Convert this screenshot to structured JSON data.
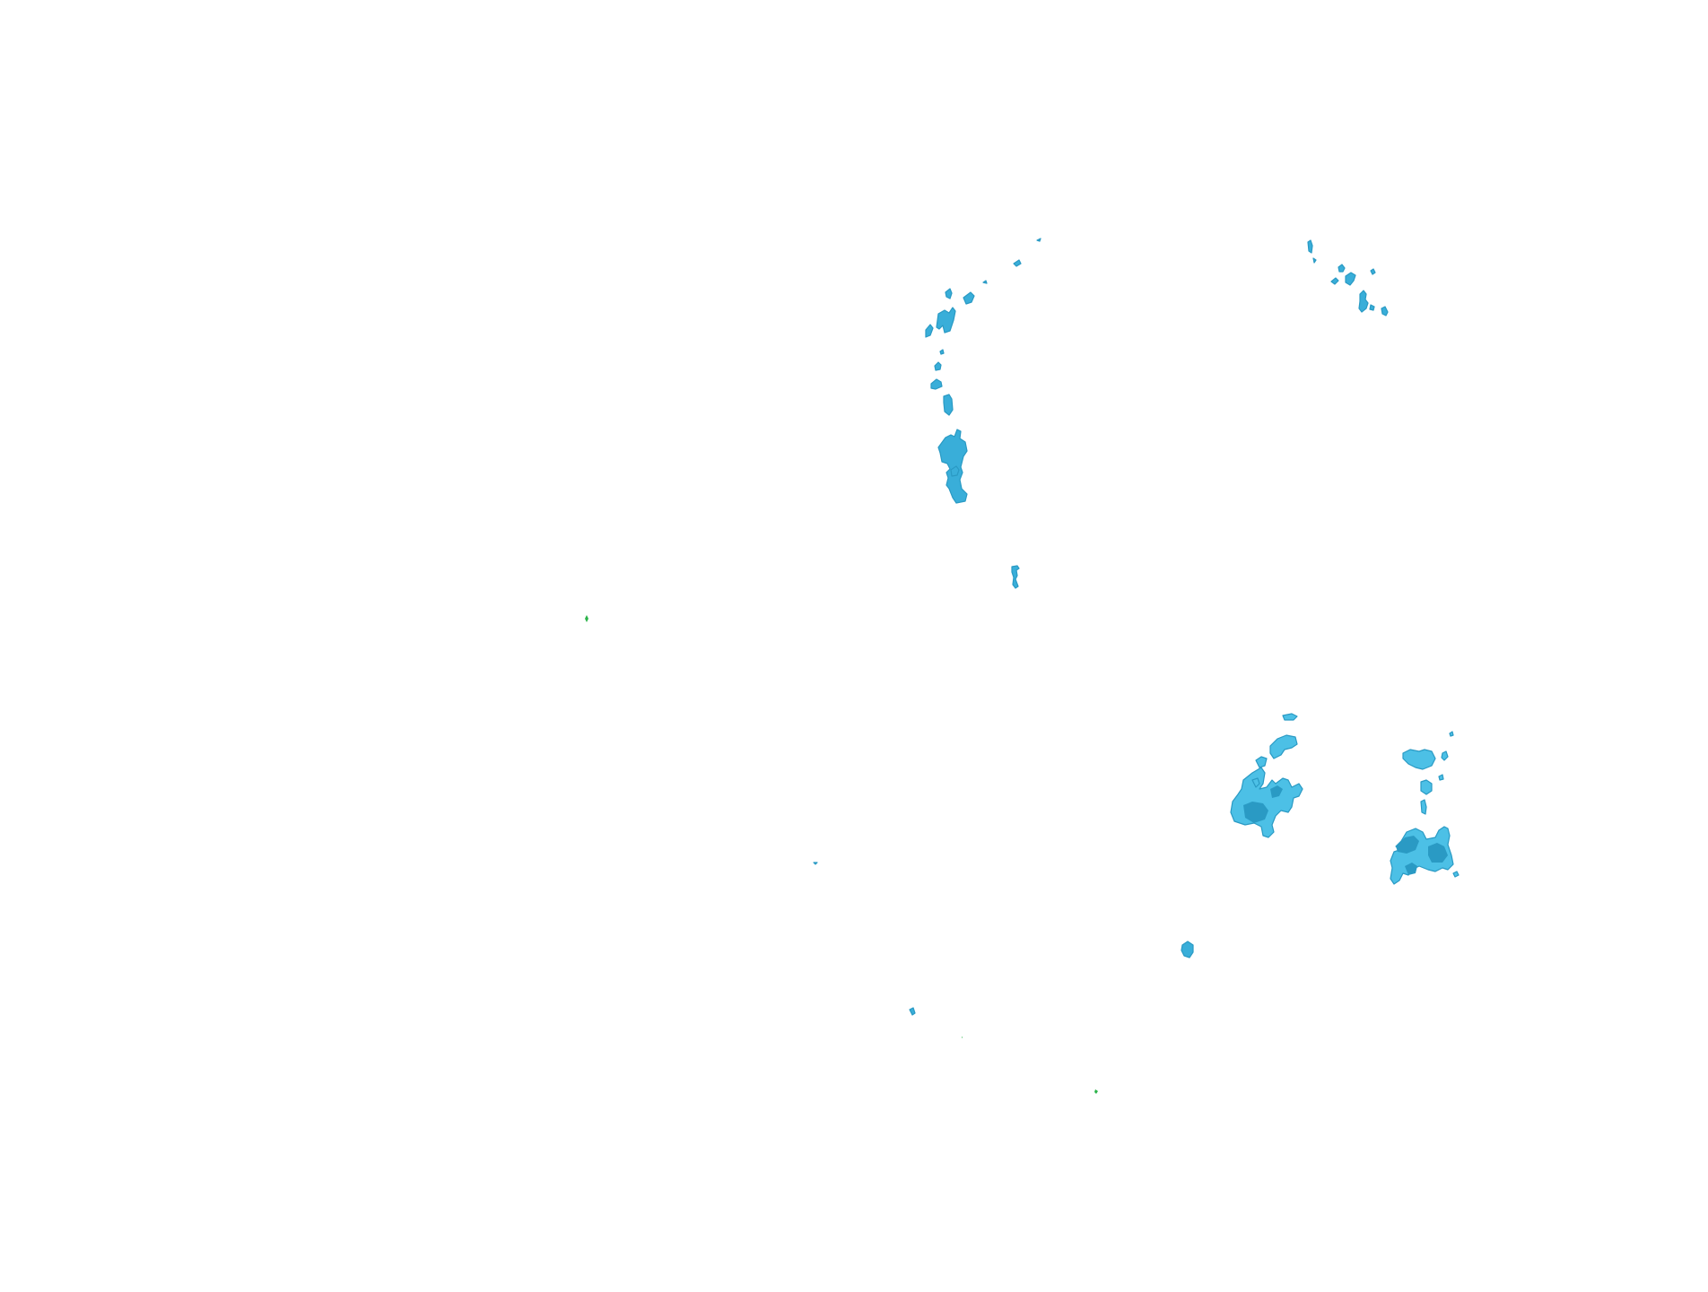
{
  "map": {
    "layer": "precipitation-radar-echoes",
    "background_color": "#ffffff",
    "palette": {
      "light_rain": "#39aed9",
      "light_rain_fill": "#4cc0e6",
      "moderate_rain": "#2a9ac4",
      "trace": "#2bb34a"
    },
    "echo_groups": [
      {
        "id": "northwest-band",
        "intensity": "light_rain"
      },
      {
        "id": "northeast-cluster",
        "intensity": "light_rain"
      },
      {
        "id": "center-fleck",
        "intensity": "light_rain"
      },
      {
        "id": "southeast-cell-west",
        "intensity": "moderate_rain"
      },
      {
        "id": "southeast-cell-east",
        "intensity": "moderate_rain"
      },
      {
        "id": "south-flecks",
        "intensity": "light_rain"
      },
      {
        "id": "trace-points",
        "intensity": "trace"
      }
    ]
  }
}
